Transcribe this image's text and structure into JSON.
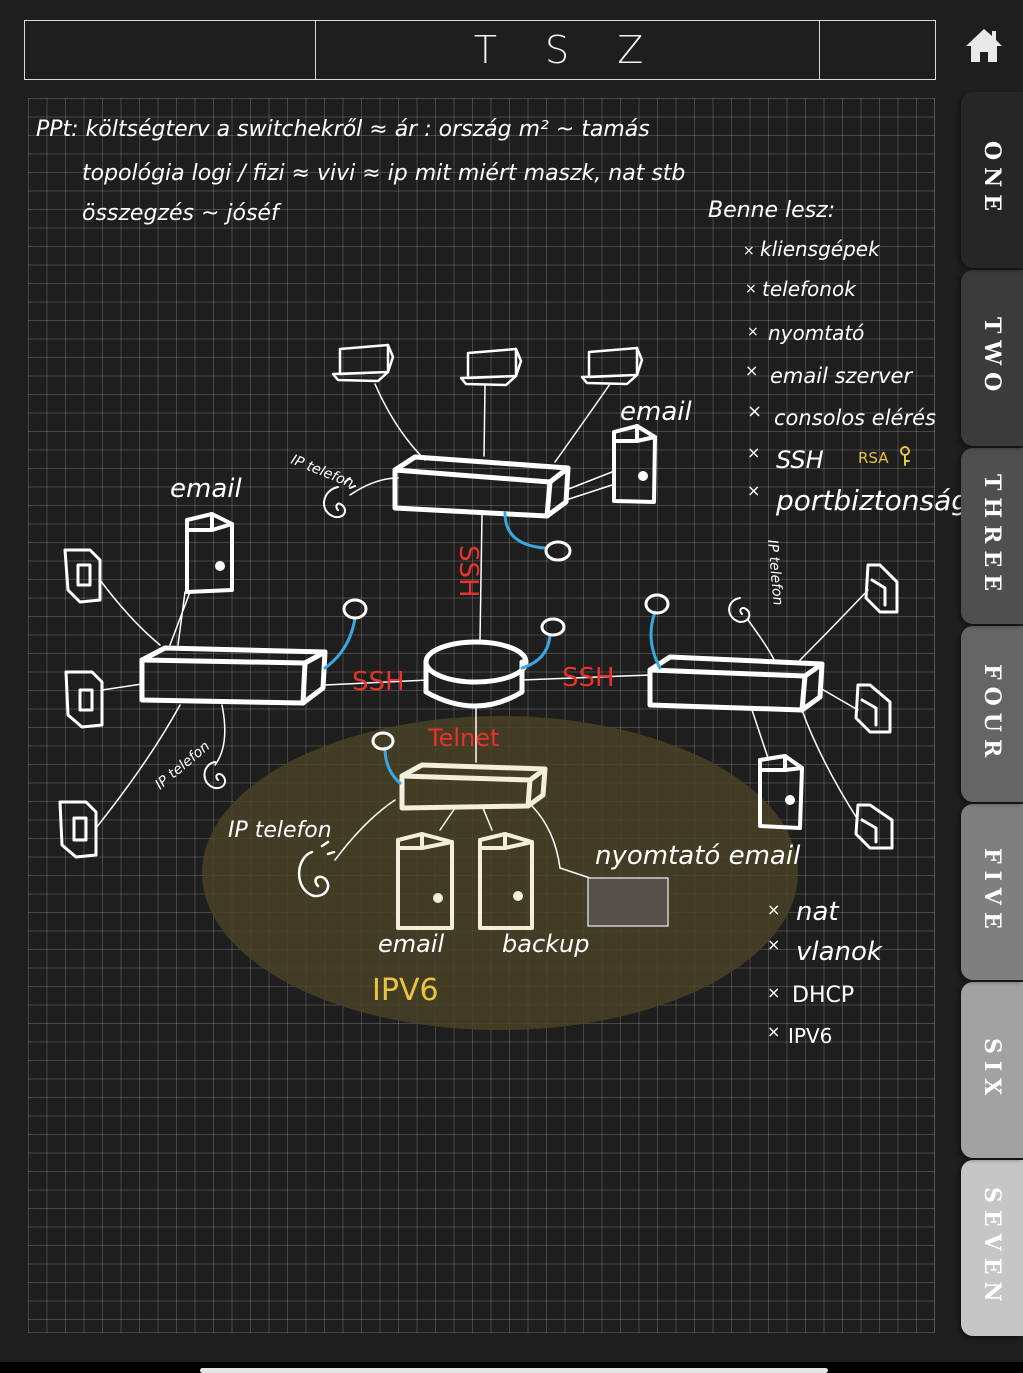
{
  "header": {
    "title": "T S Z"
  },
  "colors": {
    "background": "#1e1e1e",
    "ink": "#ffffff",
    "red": "#e8322b",
    "blue": "#3aa8e0",
    "yellow": "#e8c440",
    "highlight": "#4a4226"
  },
  "notes": {
    "line1": "PPt: költségterv a switchekről ≈ ár : ország m² ~ tamás",
    "line2": "topológia  logi / fizi  ≈ vivi ≈ ip  mit  miért  maszk, nat stb",
    "line3": "összegzés ~ jóséf"
  },
  "benne": {
    "title": "Benne lesz:",
    "items": [
      "kliensgépek",
      "telefonok",
      "nyomtató",
      "email szerver",
      "consolos elérés",
      "SSH",
      "portbiztonság"
    ],
    "rsa": "RSA"
  },
  "list2": {
    "items": [
      "nat",
      "vlanok",
      "DHCP",
      "IPV6"
    ]
  },
  "diagram": {
    "email": "email",
    "ip_telefon": "IP telefon",
    "ssh": "SSH",
    "telnet": "Telnet",
    "nyomtato_email": "nyomtató email",
    "backup": "backup",
    "ipv6": "IPV6"
  },
  "tabs": [
    "ONE",
    "TWO",
    "THREE",
    "FOUR",
    "FIVE",
    "SIX",
    "SEVEN"
  ],
  "tab_colors": [
    "#262626",
    "#3b3b3b",
    "#4f4f4f",
    "#656565",
    "#7f7f7f",
    "#a2a2a2",
    "#c6c6c6"
  ],
  "tab_text_colors": [
    "#ffffff",
    "#ffffff",
    "#ffffff",
    "#ffffff",
    "#ffffff",
    "#ffffff",
    "#ffffff"
  ],
  "icons": {
    "home": "home-icon"
  }
}
